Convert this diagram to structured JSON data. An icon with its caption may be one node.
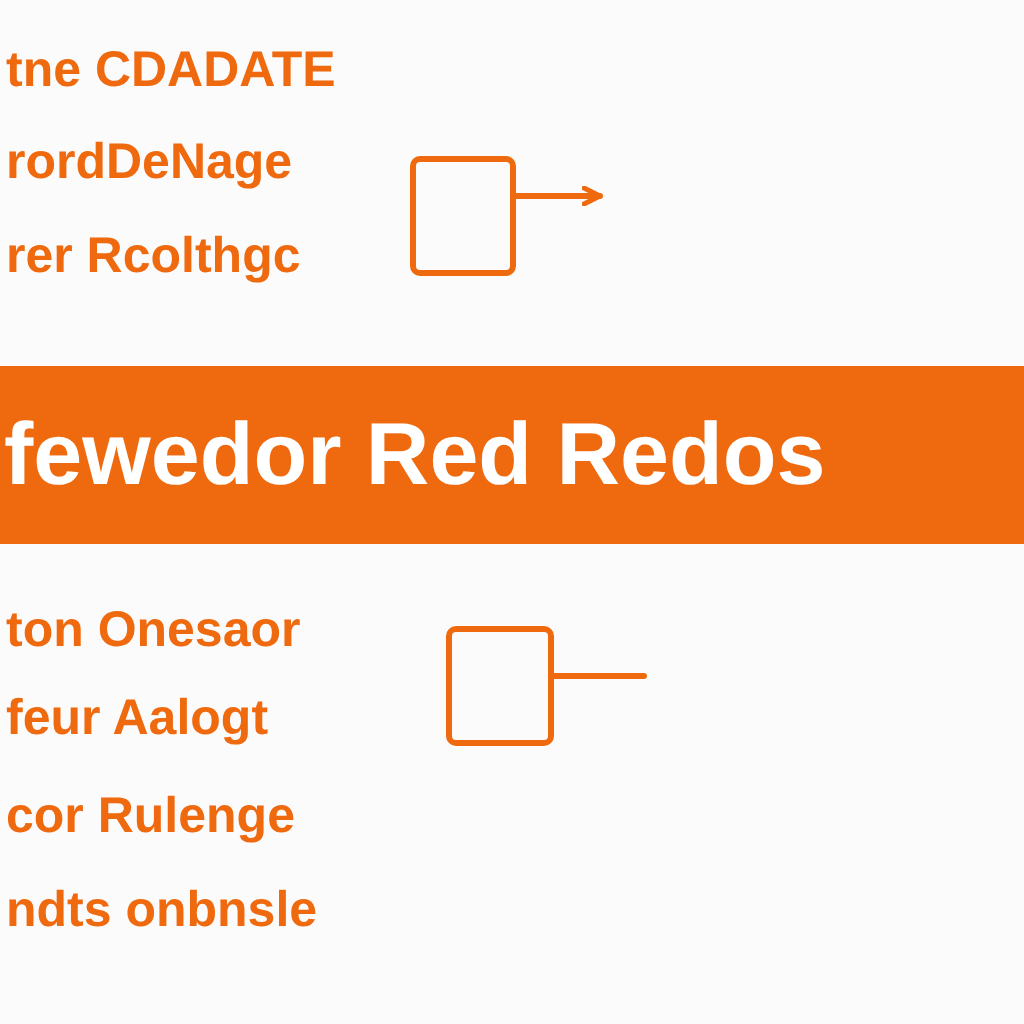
{
  "diagram": {
    "nodes": [
      {
        "text": [],
        "shape": "box"
      },
      {
        "text": [
          "fewedor Red Redos"
        ]
      },
      {
        "text": [],
        "shape": "box"
      }
    ],
    "edges": [
      {
        "from": 0,
        "to": null,
        "arrow": "to"
      },
      {
        "from": 2,
        "to": null,
        "arrow": "none"
      }
    ],
    "labels": [
      "tne CDADATE",
      "rordDeNage",
      "rer Rcolthgc",
      "ton Onesaor",
      "feur Aalogt",
      "cor Rulenge",
      "ndts onbnsle"
    ]
  }
}
